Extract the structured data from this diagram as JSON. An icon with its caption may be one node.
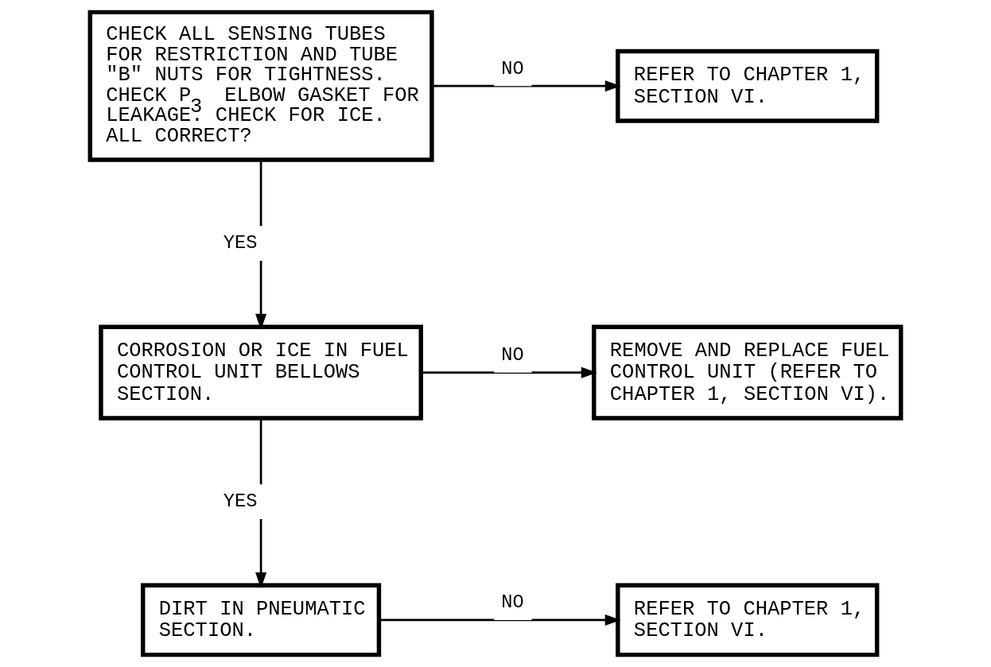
{
  "diagram": {
    "nodes": [
      {
        "text": [
          "CHECK ALL SENSING TUBES FOR RESTRICTION AND TUBE \"B\" NUTS FOR TIGHTNESS. CHECK P$_{3}$ ELBOW GASKET FOR LEAKAGE. CHECK FOR ICE. ALL CORRECT?"
        ]
      },
      {
        "text": [
          "REFER TO CHAPTER 1, SECTION VI."
        ]
      },
      {
        "text": [
          "CORROSION OR ICE IN FUEL CONTROL UNIT BELLOWS SECTION."
        ]
      },
      {
        "text": [
          "REMOVE AND REPLACE FUEL CONTROL UNIT (REFER TO CHAPTER 1, SECTION VI)."
        ]
      },
      {
        "text": [
          "DIRT IN PNEUMATIC SECTION."
        ]
      },
      {
        "text": [
          "REFER TO CHAPTER 1, SECTION VI."
        ]
      }
    ],
    "edges": [
      {
        "from": 0,
        "to": 1,
        "arrow": "to",
        "label": "NO"
      },
      {
        "from": 0,
        "to": 2,
        "arrow": "to",
        "label": "YES"
      },
      {
        "from": 2,
        "to": 3,
        "arrow": "to",
        "label": "NO"
      },
      {
        "from": 2,
        "to": 4,
        "arrow": "to",
        "label": "YES"
      },
      {
        "from": 4,
        "to": 5,
        "arrow": "to",
        "label": "NO"
      }
    ]
  }
}
